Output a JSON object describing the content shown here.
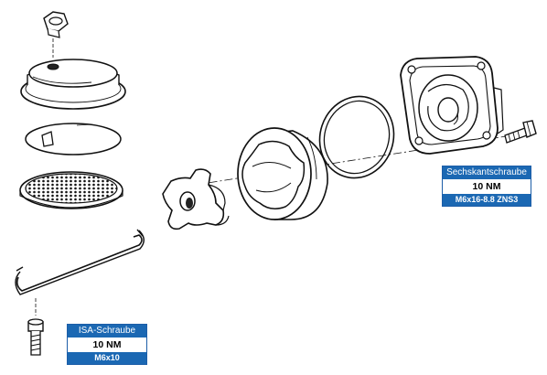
{
  "labels": {
    "sechskantschraube": {
      "name": "Sechskantschraube",
      "torque": "10 NM",
      "size": "M6x16-8.8 ZNS3"
    },
    "isa_schraube": {
      "name": "ISA-Schraube",
      "torque": "10 NM",
      "size": "M6x10"
    }
  },
  "colors": {
    "accent": "#1b68b3",
    "line": "#111111"
  }
}
